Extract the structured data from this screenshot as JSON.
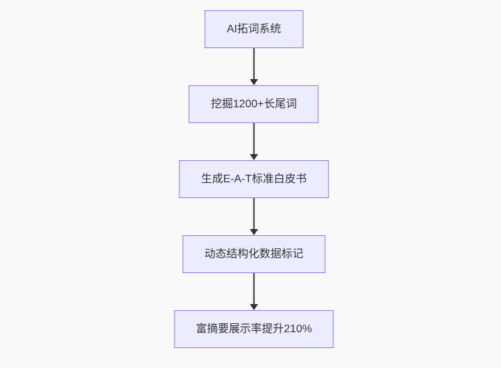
{
  "page": {
    "background": "#f9f9f9"
  },
  "flowchart": {
    "type": "flowchart",
    "direction": "top-down",
    "style": {
      "node_fill": "#ECECFF",
      "node_border": "#9370DB",
      "node_text_color": "#333333",
      "arrow_color": "#333333"
    },
    "nodes": [
      {
        "label": "AI拓词系统"
      },
      {
        "label": "挖掘1200+长尾词"
      },
      {
        "label": "生成E-A-T标准白皮书"
      },
      {
        "label": "动态结构化数据标记"
      },
      {
        "label": "富摘要展示率提升210%"
      }
    ],
    "edges": [
      {
        "from": 0,
        "to": 1,
        "arrow": "down"
      },
      {
        "from": 1,
        "to": 2,
        "arrow": "down"
      },
      {
        "from": 2,
        "to": 3,
        "arrow": "down"
      },
      {
        "from": 3,
        "to": 4,
        "arrow": "down"
      }
    ]
  }
}
